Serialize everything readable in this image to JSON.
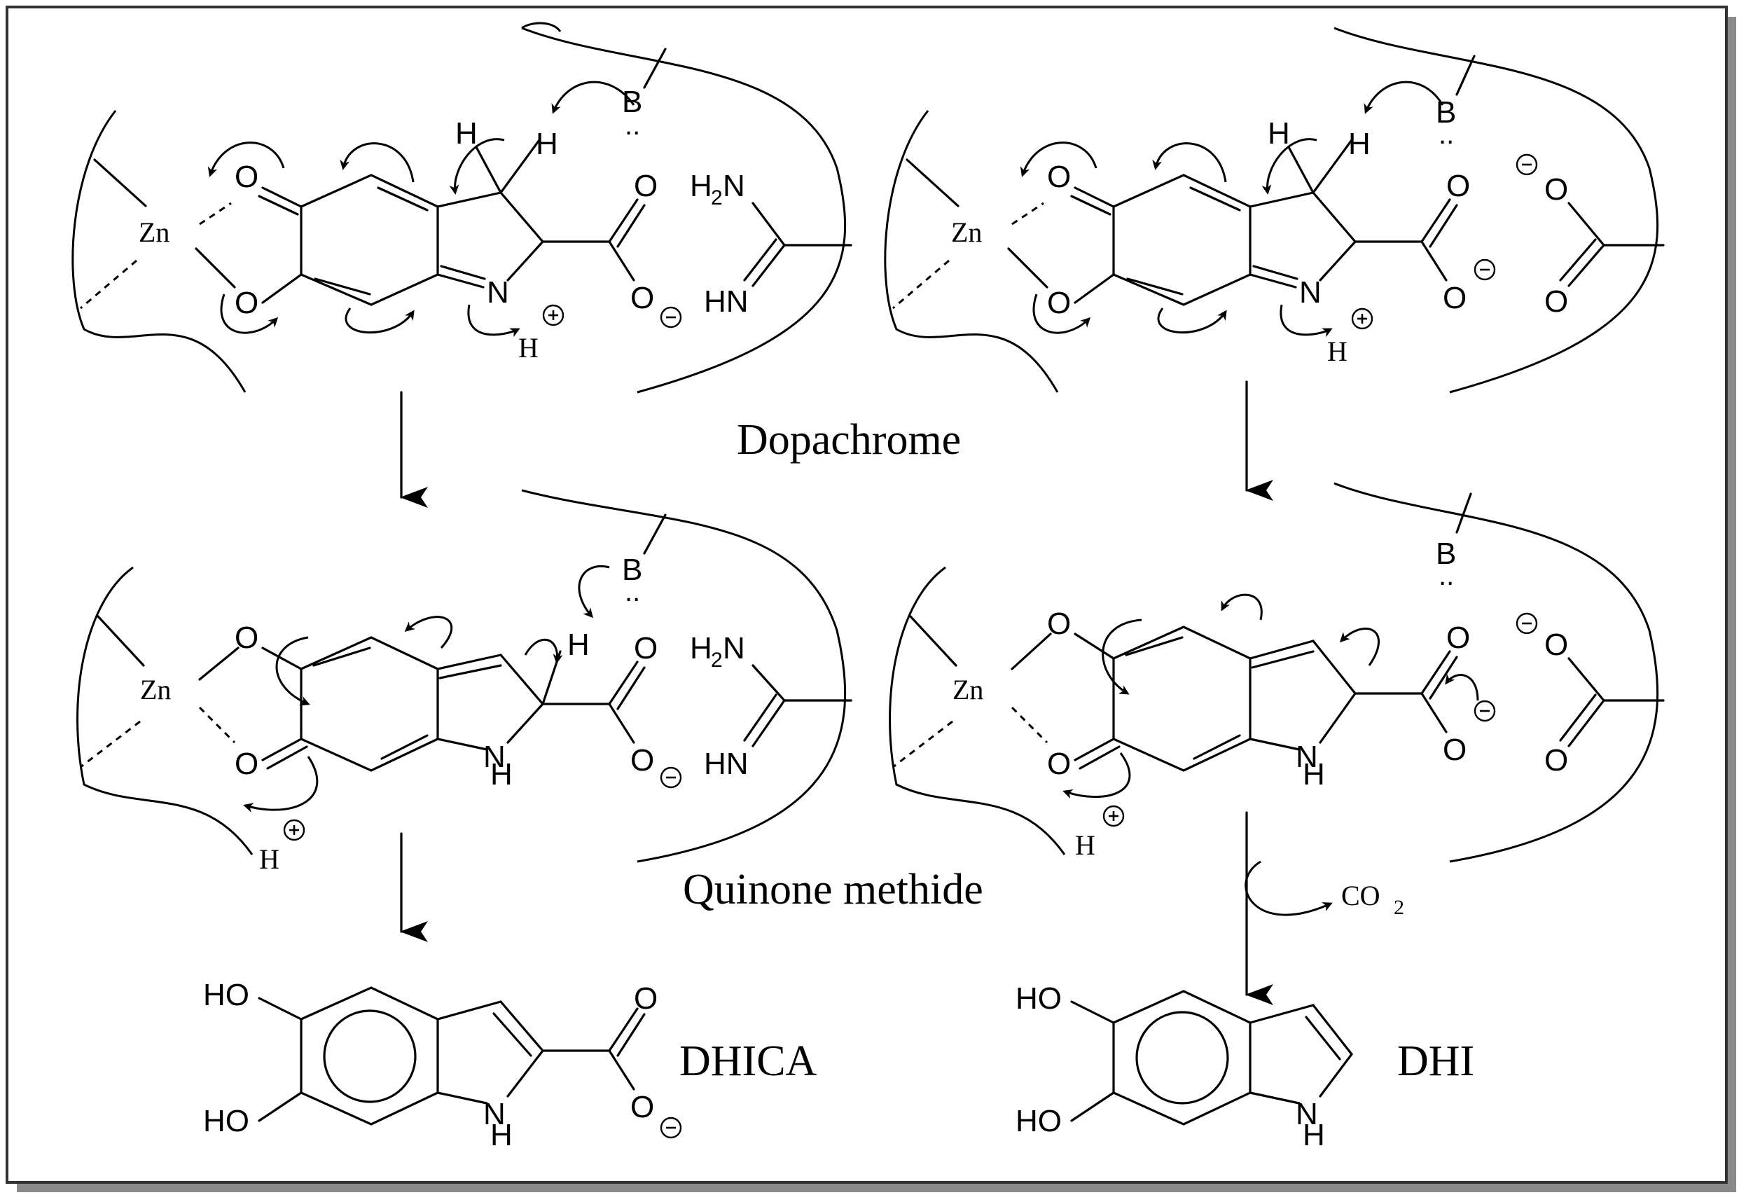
{
  "labels": {
    "dopachrome": "Dopachrome",
    "quinone_methide": "Quinone methide",
    "dhica": "DHICA",
    "dhi": "DHI"
  },
  "atoms": {
    "zn": "Zn",
    "o": "O",
    "n": "N",
    "h": "H",
    "nh": "NH",
    "b": "B",
    "ho": "HO",
    "hn": "HN",
    "h2n_h": "H",
    "h2n_sub": "2",
    "h2n_n": "N",
    "co": "CO",
    "co_sub": "2",
    "lone_pair": "..",
    "plus": "+",
    "minus": "−"
  },
  "colors": {
    "ink": "#000000",
    "frame": "#333333",
    "shadow": "#8a8a8a",
    "background": "#ffffff"
  }
}
